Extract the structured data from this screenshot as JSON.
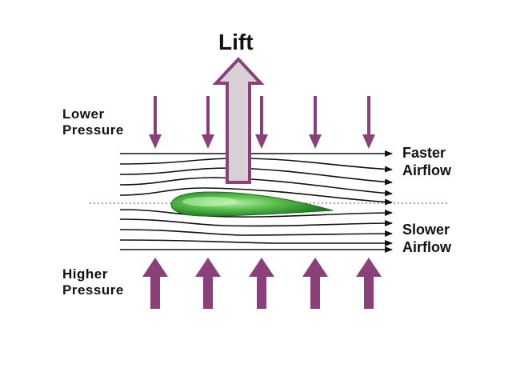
{
  "labels": {
    "lift": "Lift",
    "lower_pressure": [
      "Lower",
      "Pressure"
    ],
    "higher_pressure": [
      "Higher",
      "Pressure"
    ],
    "faster_airflow": [
      "Faster",
      "Airflow"
    ],
    "slower_airflow": [
      "Slower",
      "Airflow"
    ]
  },
  "colors": {
    "pressure_arrow": "#8B3F7B",
    "lift_arrow_fill": "#D8D0D4",
    "lift_arrow_stroke": "#8B3F7B",
    "streamline": "#111111",
    "airfoil_fill": "#3FAE3A",
    "airfoil_highlight": "#A8E89C"
  },
  "icons": {
    "pressure_arrow": "pressure-arrow-icon",
    "lift_arrow": "lift-arrow-icon"
  }
}
